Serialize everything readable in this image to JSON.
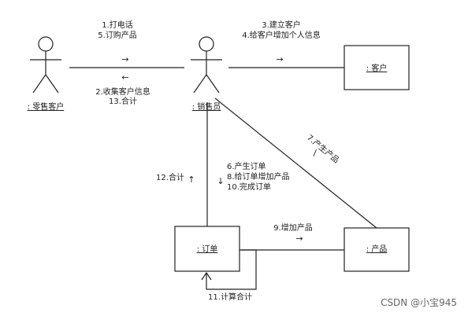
{
  "actors": {
    "retail_customer": ": 零售客户",
    "salesperson": ": 销售员"
  },
  "objects": {
    "customer": ": 客户",
    "order": ": 订单",
    "product": ": 产品"
  },
  "messages": {
    "m1": "1.打电话",
    "m5": "5.订购产品",
    "m2": "2.收集客户信息",
    "m13": "13.合计",
    "m3": "3.建立客户",
    "m4": "4.给客户增加个人信息",
    "m6": "6.产生订单",
    "m8": "8.给订单增加产品",
    "m10": "10.完成订单",
    "m12": "12.合计",
    "m7": "7.产生产品",
    "m9": "9.增加产品",
    "m11": "11.计算合计"
  },
  "arrows": {
    "right": "→",
    "left": "←",
    "up": "↑",
    "down": "↓",
    "diag": "\\"
  },
  "watermark": "CSDN @小宝945"
}
